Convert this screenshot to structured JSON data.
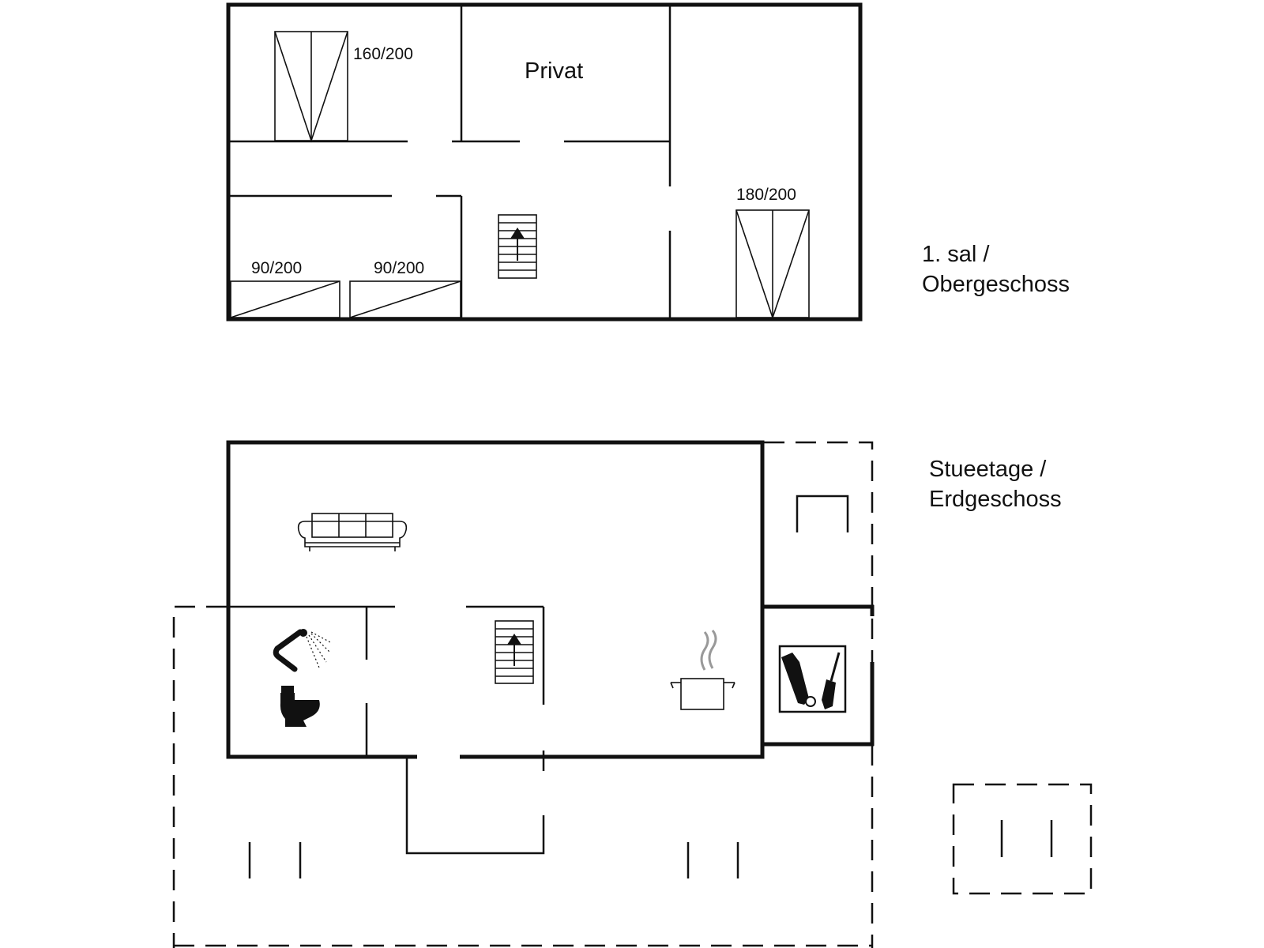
{
  "upper_floor": {
    "label_line1": "1. sal /",
    "label_line2": "Obergeschoss",
    "room_private": "Privat",
    "bed_1": "160/200",
    "bed_2": "180/200",
    "bed_3": "90/200",
    "bed_4": "90/200"
  },
  "ground_floor": {
    "label_line1": "Stueetage /",
    "label_line2": "Erdgeschoss"
  },
  "icons": [
    "stair-icon",
    "sofa-icon",
    "shower-icon",
    "toilet-icon",
    "cooking-pot-icon",
    "garden-tools-icon"
  ]
}
